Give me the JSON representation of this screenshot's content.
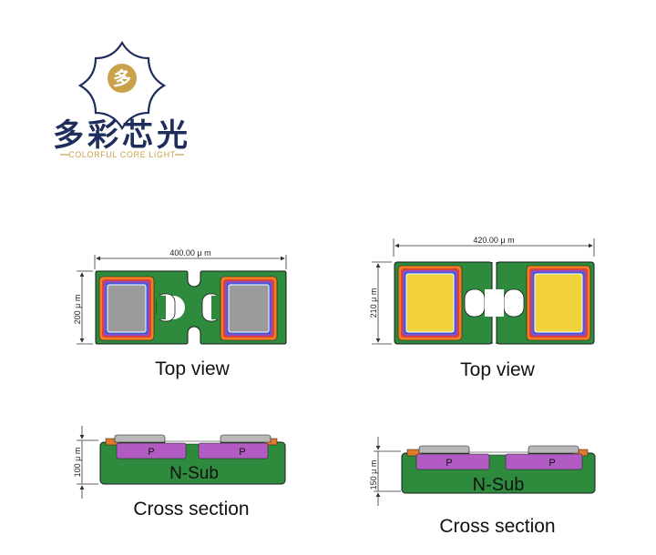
{
  "logo": {
    "mark_glyph": "多",
    "brand_cn": "多彩芯光",
    "brand_en": "COLORFUL CORE LIGHT",
    "colors": {
      "navy": "#1f2d5c",
      "gold": "#c9a24a"
    }
  },
  "left_chip": {
    "width_label": "400.00 μ m",
    "height_label": "200 μ m",
    "top_view_caption": "Top view",
    "cross_height_label": "100 μ m",
    "p_label_1": "P",
    "p_label_2": "P",
    "substrate_label": "N-Sub",
    "cross_caption": "Cross section",
    "window_color": "#9b9b9b"
  },
  "right_chip": {
    "width_label": "420.00 μ m",
    "height_label": "210 μ m",
    "top_view_caption": "Top view",
    "cross_height_label": "150 μ m",
    "p_label_1": "P",
    "p_label_2": "P",
    "substrate_label": "N-Sub",
    "cross_caption": "Cross section",
    "window_color": "#f2d23a"
  },
  "colors": {
    "substrate_green": "#2e8b3e",
    "p_region": "#b25cc3",
    "contact_orange": "#e07a2e",
    "metal_gray": "#b8b8b8",
    "ring_orange": "#f07f22",
    "ring_red": "#d8443c",
    "ring_purple": "#8a4cc6",
    "ring_blue": "#3d5bd9"
  }
}
